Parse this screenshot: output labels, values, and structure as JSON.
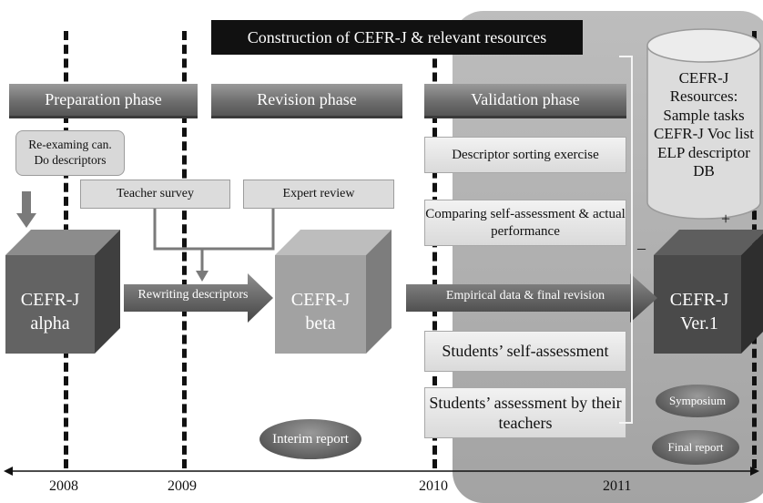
{
  "title": "Construction of CEFR-J & relevant resources",
  "phases": {
    "preparation": "Preparation phase",
    "revision": "Revision phase",
    "validation": "Validation phase"
  },
  "left_boxes": {
    "reexaming": "Re-examing can. Do descriptors",
    "teacher_survey": "Teacher survey",
    "expert_review": "Expert review"
  },
  "arrows": {
    "rewriting": "Rewriting descriptors",
    "empirical": "Empirical data & final revision"
  },
  "cubes": {
    "alpha": "CEFR-J alpha",
    "beta": "CEFR-J beta",
    "ver1": "CEFR-J Ver.1"
  },
  "validation_boxes": [
    "Descriptor sorting exercise",
    "Comparing self-assessment & actual performance",
    "Students’ self-assessment",
    "Students’ assessment by their teachers"
  ],
  "resources": "CEFR-J Resources: Sample tasks CEFR-J Voc list ELP descriptor DB",
  "plus_sign": "+",
  "minus_sign": "–",
  "ellipses": {
    "interim": "Interim report",
    "symposium": "Symposium",
    "final": "Final report"
  },
  "years": [
    "2008",
    "2009",
    "2010",
    "2011"
  ],
  "colors": {
    "phase_bar": "#6e6e6e",
    "panel": "#a9a9a9",
    "title_bg": "#111111"
  }
}
